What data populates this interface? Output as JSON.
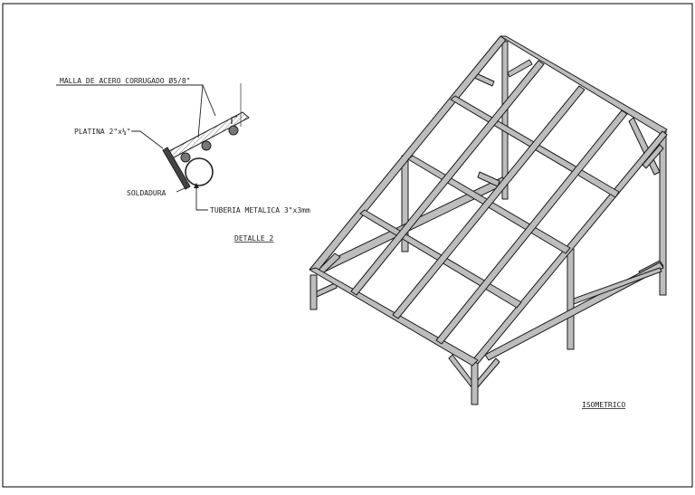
{
  "detail": {
    "title": "DETALLE 2",
    "labels": {
      "malla": "MALLA DE ACERO CORRUGADO Ø5/8\"",
      "platina": "PLATINA 2\"x¼\"",
      "soldadura": "SOLDADURA",
      "tuberia": "TUBERIA METALICA 3\"x3mm"
    }
  },
  "isometric": {
    "title": "ISOMETRICO"
  },
  "colors": {
    "frame_fill": "#bdbdbd",
    "line": "#1a1a1a",
    "hatch": "#555555"
  }
}
